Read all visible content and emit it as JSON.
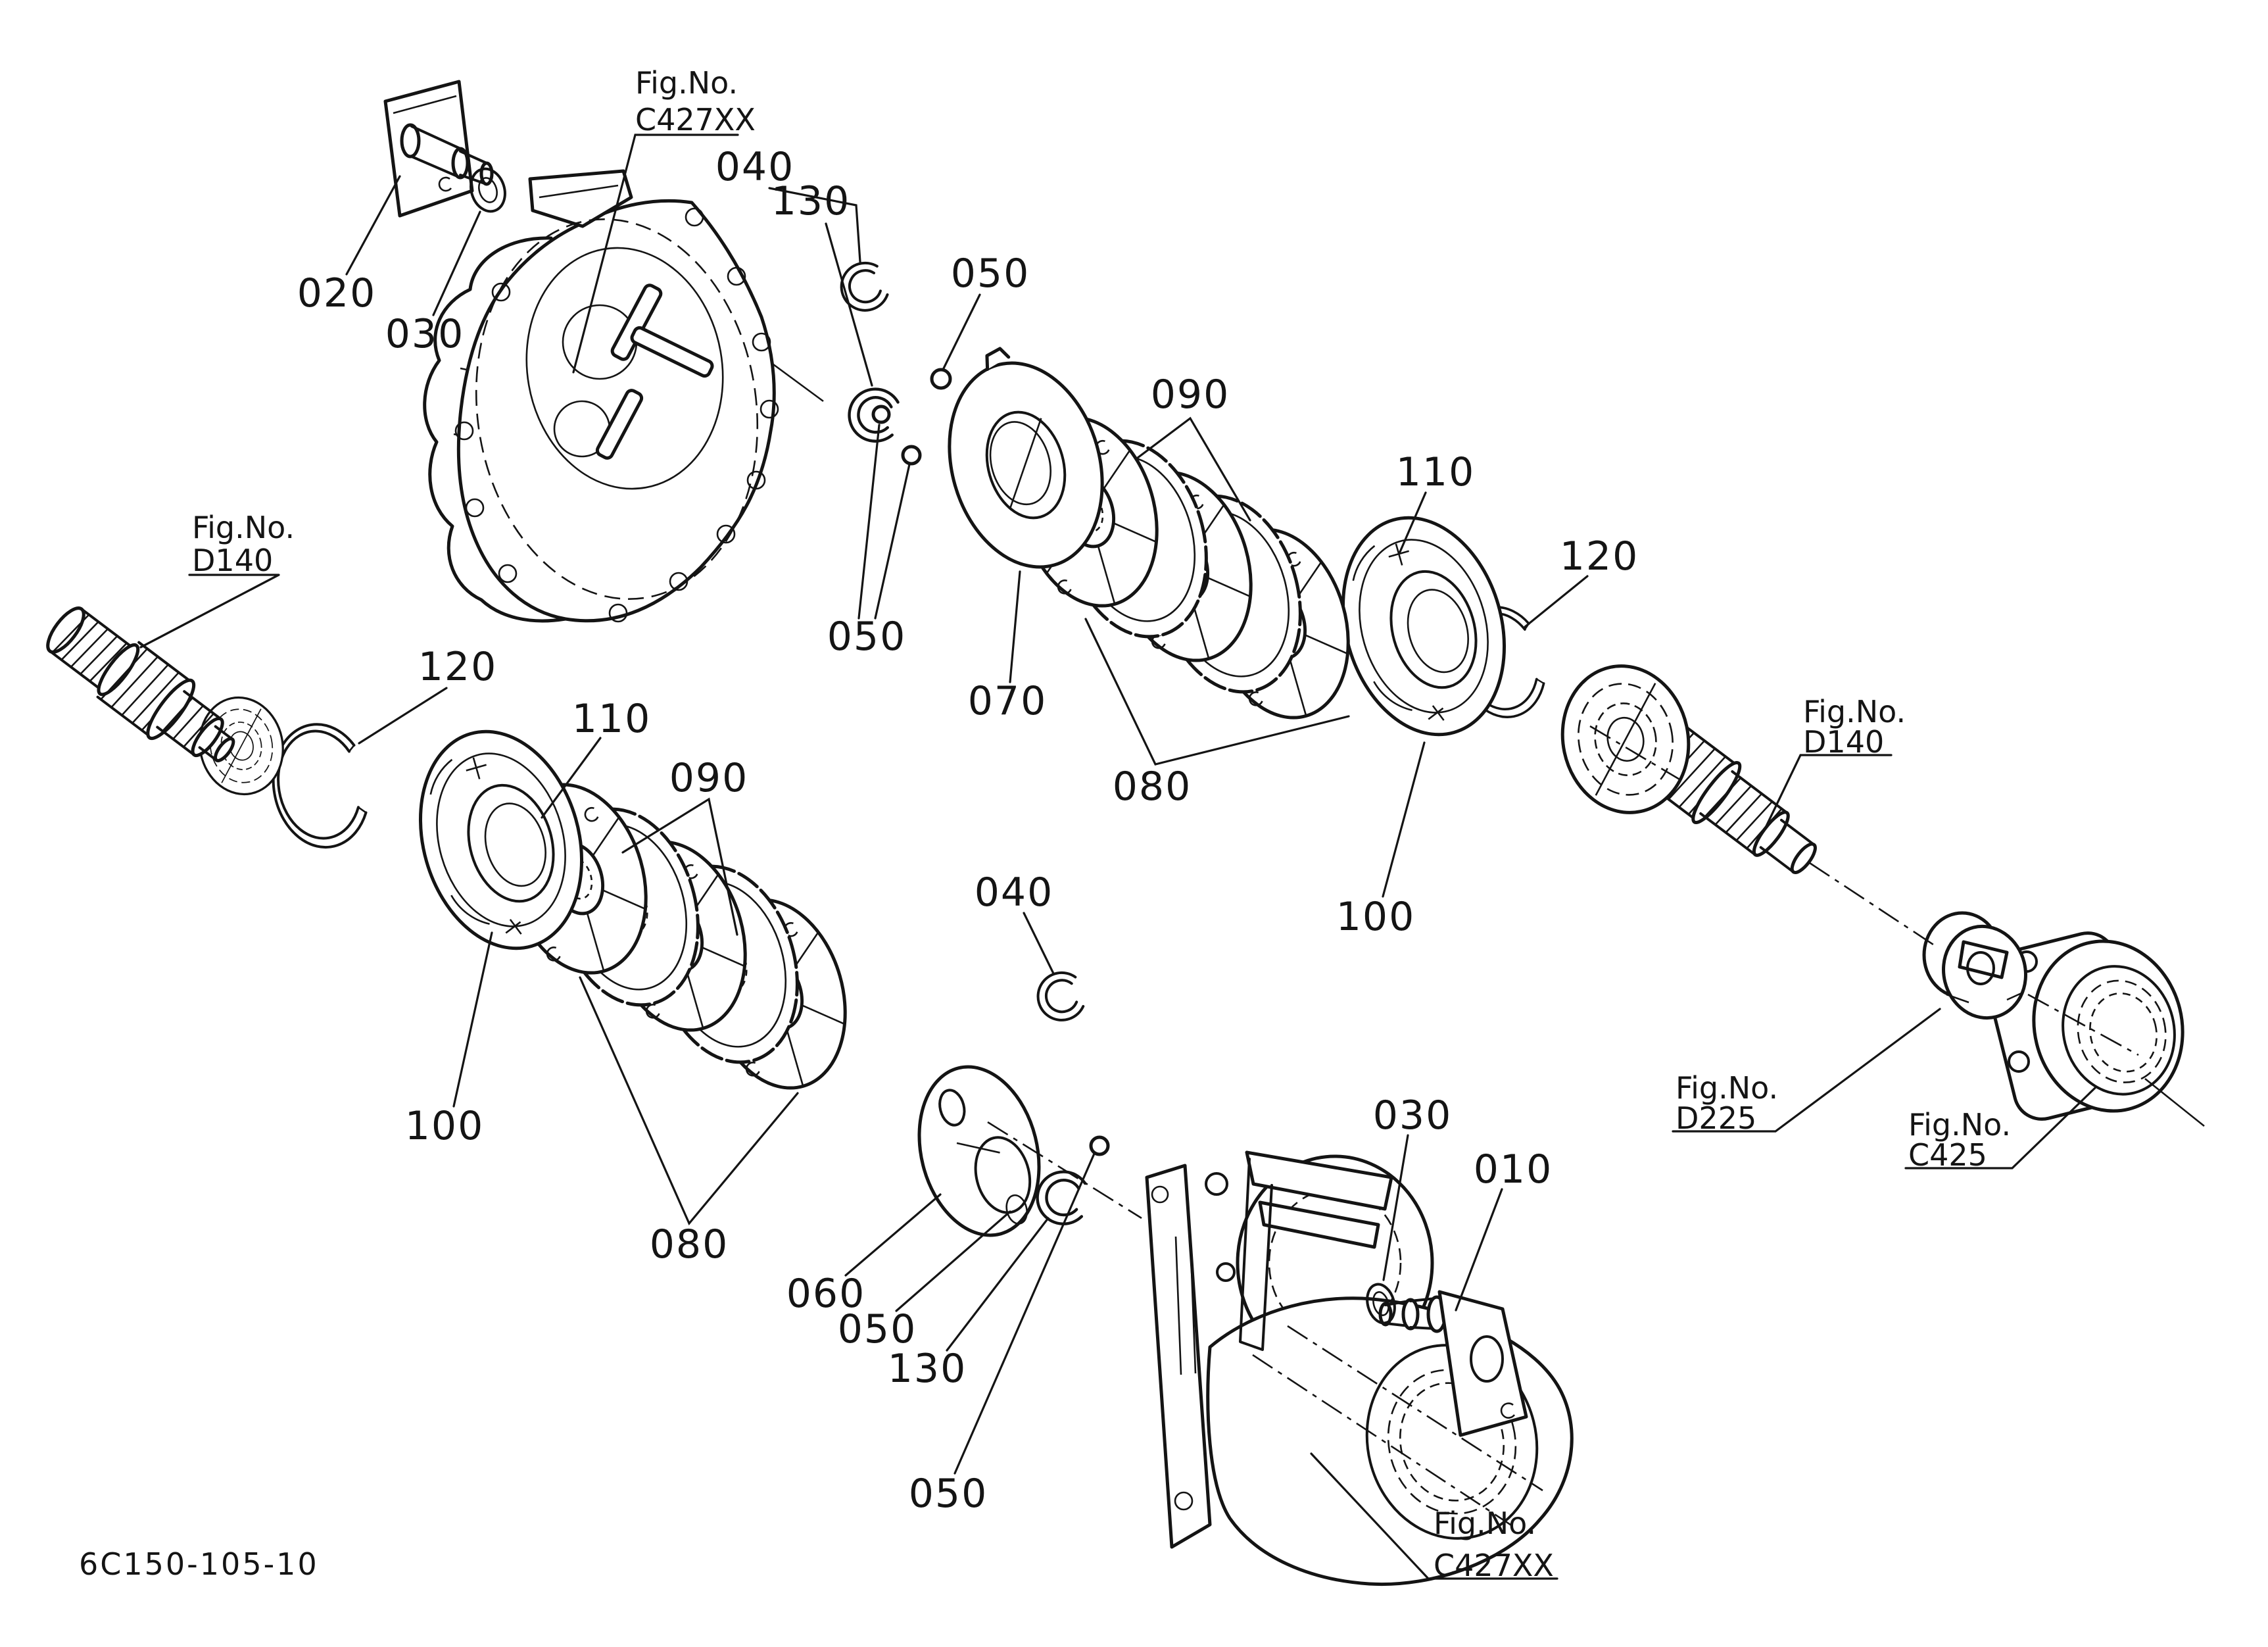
{
  "drawing_number": "6C150-105-10",
  "fig_label": {
    "prefix": "Fig.No."
  },
  "fig_codes": {
    "c427xx": "C427XX",
    "d140": "D140",
    "d225": "D225",
    "c425": "C425"
  },
  "callouts": {
    "010": "010",
    "020": "020",
    "030": "030",
    "040": "040",
    "050": "050",
    "060": "060",
    "070": "070",
    "080": "080",
    "090": "090",
    "100": "100",
    "110": "110",
    "120": "120",
    "130": "130"
  },
  "colors": {
    "ink": "#141414",
    "background": "#ffffff"
  }
}
